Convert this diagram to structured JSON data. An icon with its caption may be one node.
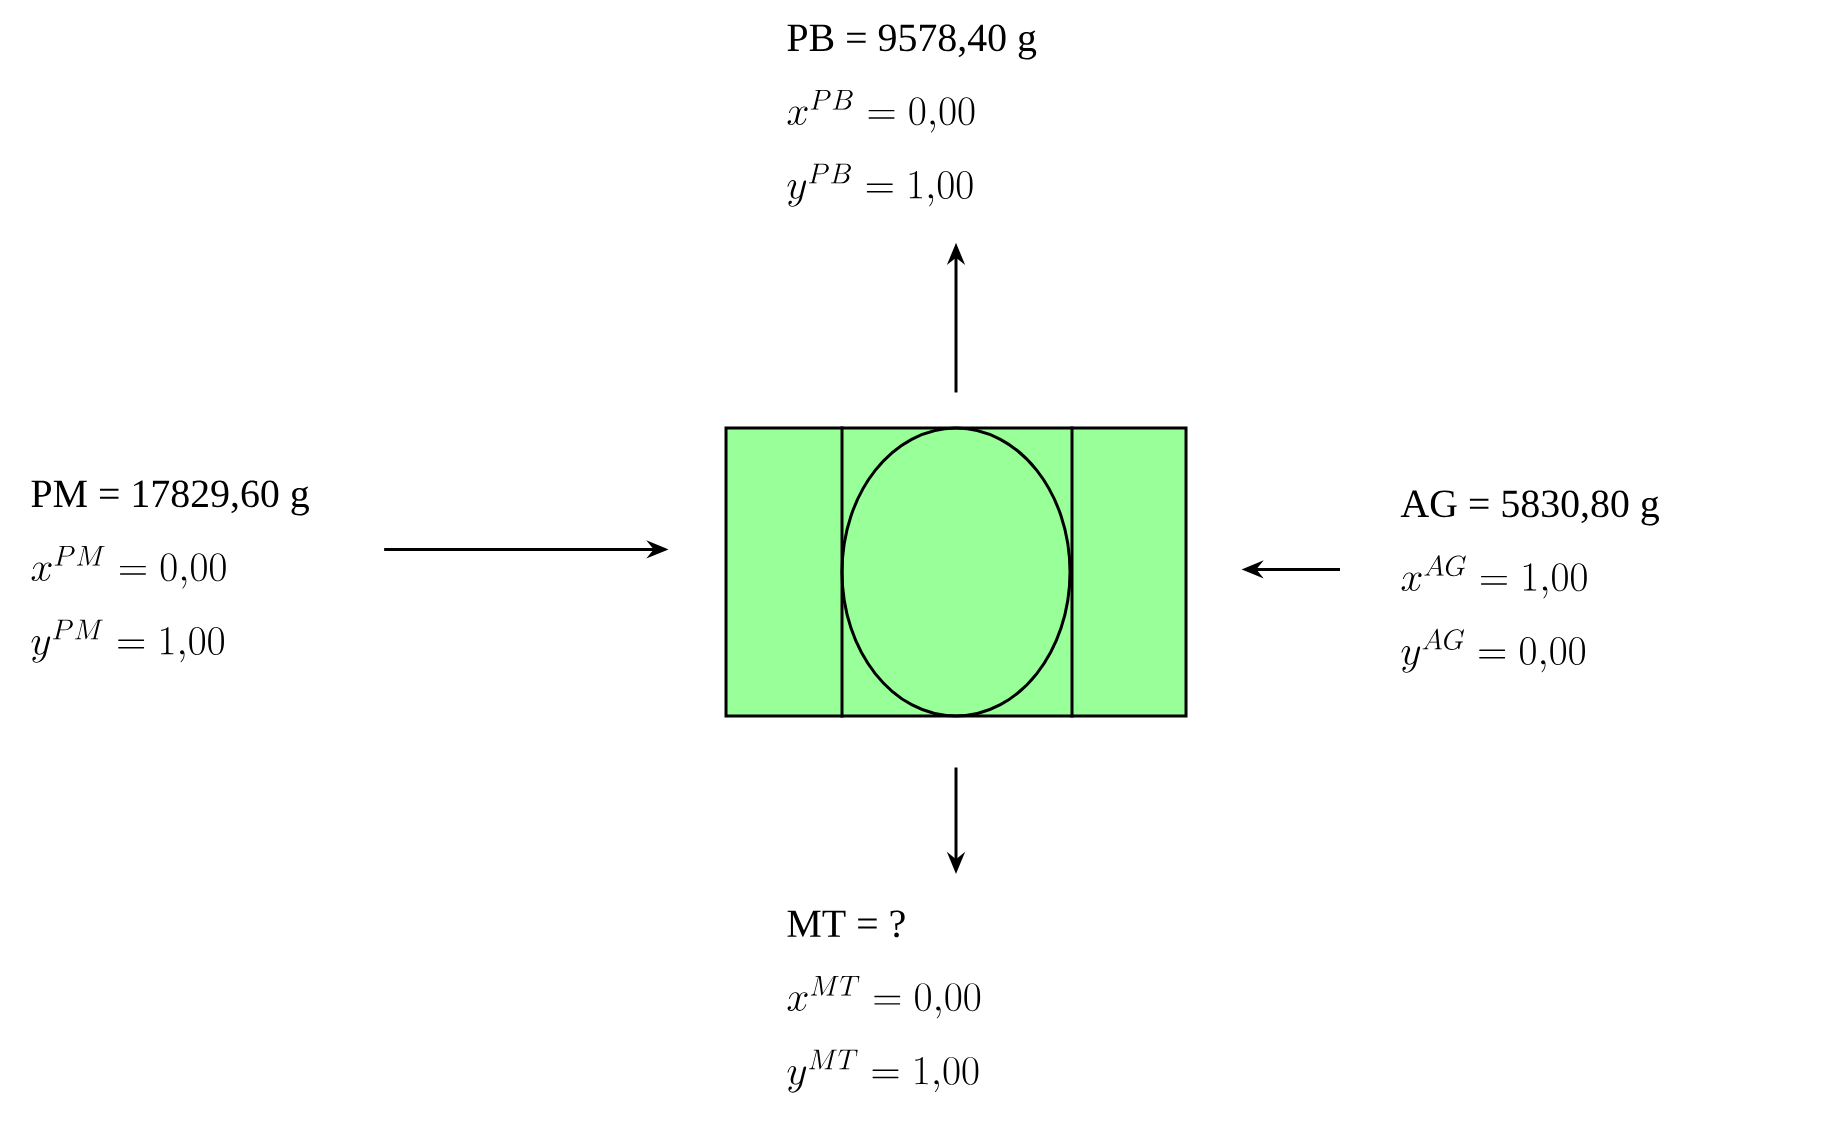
{
  "diagram": {
    "nodes": [
      {
        "text": [],
        "shape": "box"
      },
      {
        "text": [
          "PB = 9578,40 g",
          "x^{PB} = 0{,}00",
          "y^{PB} = 1{,}00"
        ]
      },
      {
        "text": [
          "PM = 17829,60 g",
          "x^{PM} = 0{,}00",
          "y^{PM} = 1{,}00"
        ]
      },
      {
        "text": [
          "AG = 5830,80 g",
          "x^{AG} = 1{,}00",
          "y^{AG} = 0{,}00"
        ]
      },
      {
        "text": [
          "MT = ?",
          "x^{MT} = 0{,}00",
          "y^{MT} = 1{,}00"
        ]
      }
    ],
    "edges": [
      {
        "from": 0,
        "to": 1,
        "arrow": "to"
      },
      {
        "from": 2,
        "to": 0,
        "arrow": "to"
      },
      {
        "from": 3,
        "to": 0,
        "arrow": "to"
      },
      {
        "from": 0,
        "to": 4,
        "arrow": "to"
      }
    ]
  }
}
